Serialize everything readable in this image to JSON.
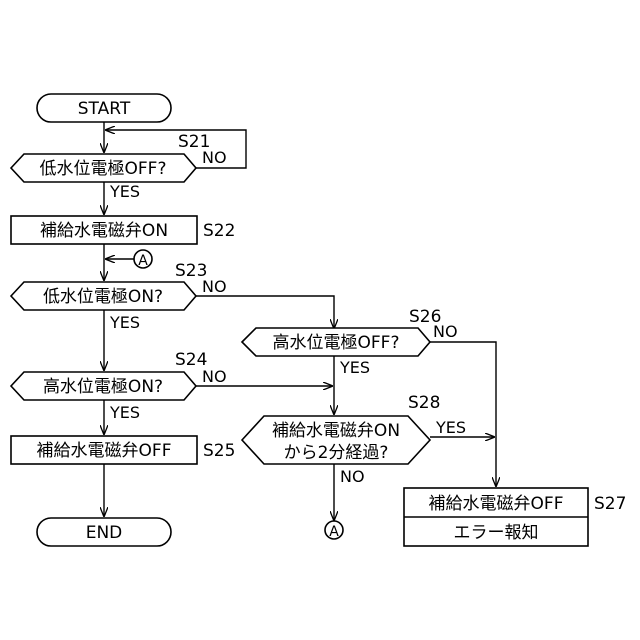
{
  "nodes": {
    "start": "START",
    "s21_text": "低水位電極OFF?",
    "s22_text": "補給水電磁弁ON",
    "s23_text": "低水位電極ON?",
    "s24_text": "高水位電極ON?",
    "s25_text": "補給水電磁弁OFF",
    "end": "END",
    "s26_text": "高水位電極OFF?",
    "s28_text_line1": "補給水電磁弁ON",
    "s28_text_line2": "から2分経過?",
    "s27_text": "補給水電磁弁OFF",
    "s27_sub": "エラー報知"
  },
  "step_labels": {
    "s21": "S21",
    "s22": "S22",
    "s23": "S23",
    "s24": "S24",
    "s25": "S25",
    "s26": "S26",
    "s27": "S27",
    "s28": "S28"
  },
  "branch_labels": {
    "s21_no": "NO",
    "s21_yes": "YES",
    "s23_no": "NO",
    "s23_yes": "YES",
    "s24_no": "NO",
    "s24_yes": "YES",
    "s26_no": "NO",
    "s26_yes": "YES",
    "s28_yes": "YES",
    "s28_no": "NO"
  },
  "connectors": {
    "a_top": "A",
    "a_bottom": "A"
  }
}
